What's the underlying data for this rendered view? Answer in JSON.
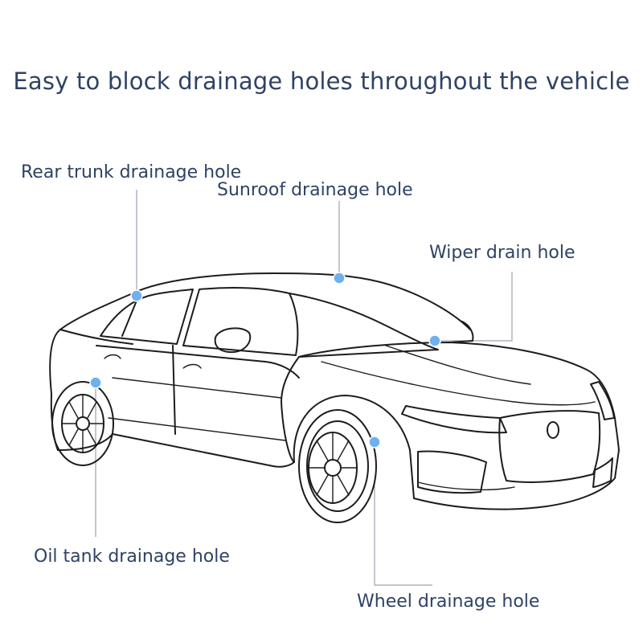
{
  "title": "Easy to block drainage holes throughout the vehicle",
  "labels": {
    "rear_trunk": "Rear trunk drainage hole",
    "sunroof": "Sunroof drainage hole",
    "wiper": "Wiper drain hole",
    "oil_tank": "Oil tank drainage hole",
    "wheel": "Wheel drainage hole"
  },
  "colors": {
    "text": "#2f4264",
    "marker": "#6fb0ef",
    "leader_line": "#9aa3ad",
    "outline": "#1c1c1c"
  },
  "icons": {
    "subject": "sedan-car-outline",
    "marker": "drainage-hole-dot"
  }
}
